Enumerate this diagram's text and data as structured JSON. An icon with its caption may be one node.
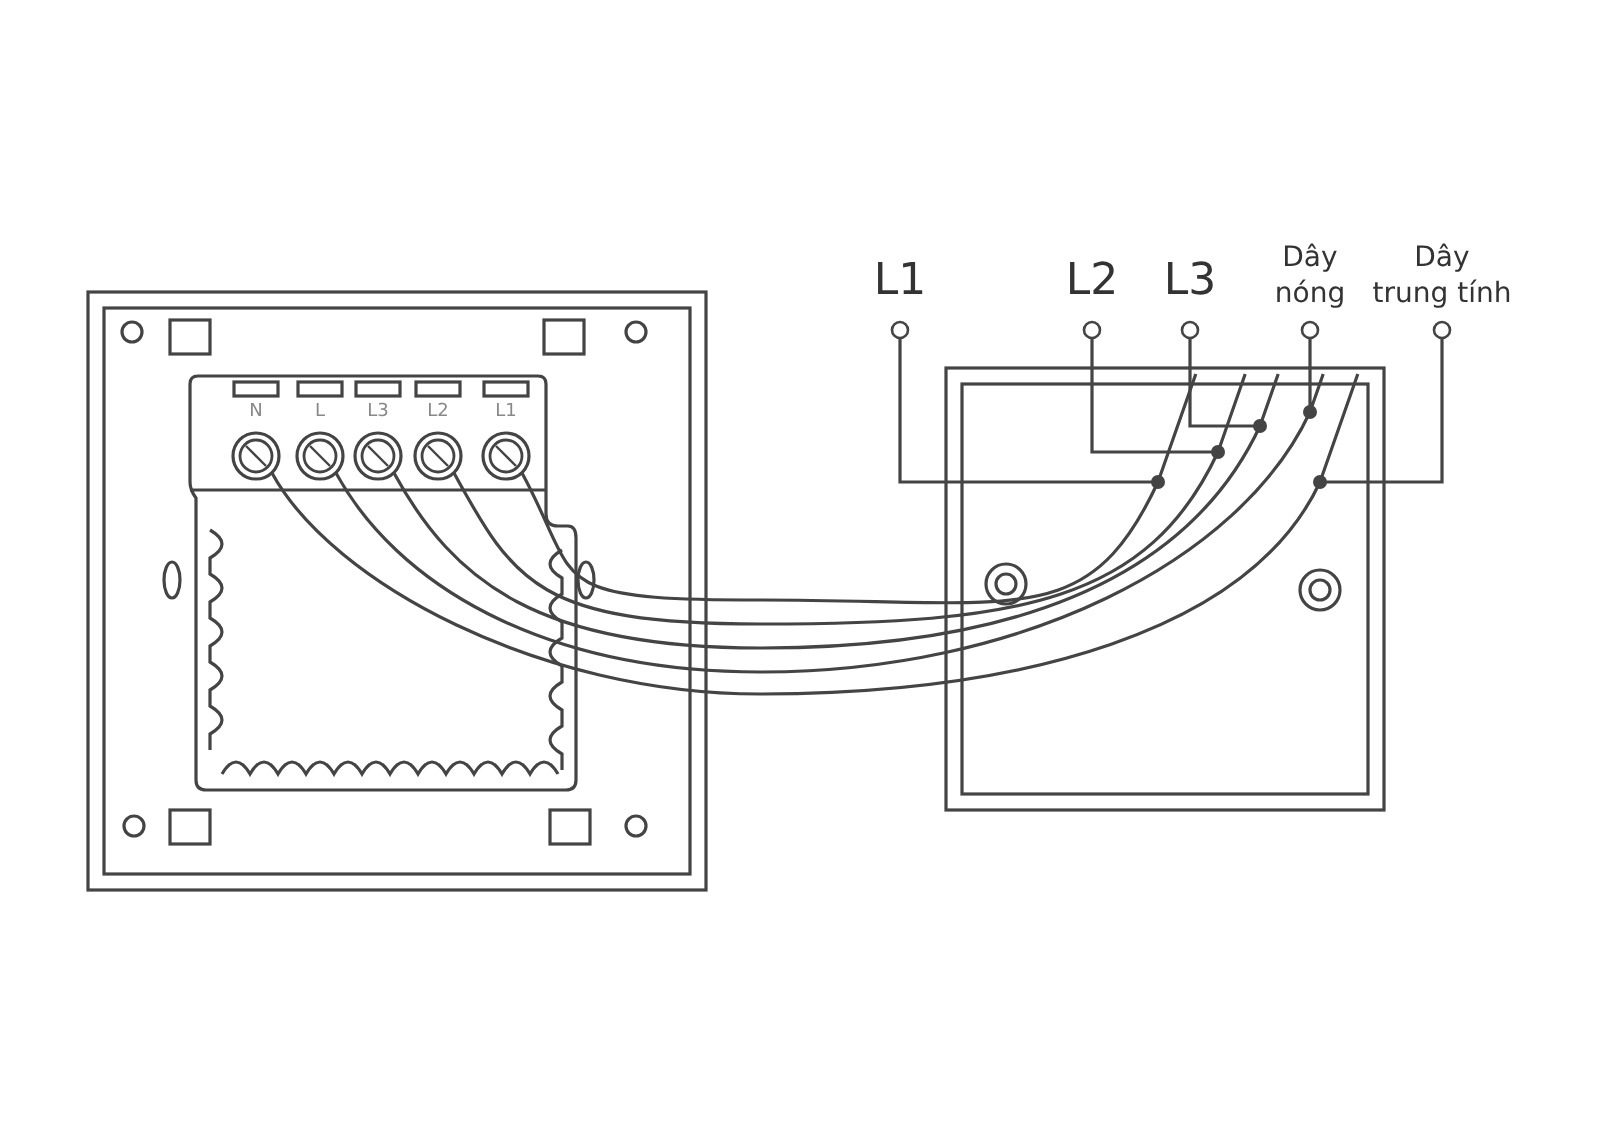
{
  "diagram": {
    "nodes": [
      {
        "text": [],
        "shape": "box"
      },
      {
        "text": [
          "N"
        ],
        "in": 0
      },
      {
        "text": [
          "L"
        ],
        "in": 0
      },
      {
        "text": [
          "L3"
        ],
        "in": 0
      },
      {
        "text": [
          "L2"
        ],
        "in": 0
      },
      {
        "text": [
          "L1"
        ],
        "in": 0
      },
      {
        "text": [
          "L1"
        ]
      },
      {
        "text": [
          "L2"
        ]
      },
      {
        "text": [
          "L3"
        ]
      },
      {
        "text": [
          "Dây nóng"
        ]
      },
      {
        "text": [
          "Dây trung tính"
        ]
      }
    ],
    "edges": [
      {
        "from": 1,
        "to": 10,
        "arrow": "none"
      },
      {
        "from": 2,
        "to": 9,
        "arrow": "none"
      },
      {
        "from": 3,
        "to": 8,
        "arrow": "none"
      },
      {
        "from": 4,
        "to": 7,
        "arrow": "none"
      },
      {
        "from": 5,
        "to": 6,
        "arrow": "none"
      }
    ]
  }
}
